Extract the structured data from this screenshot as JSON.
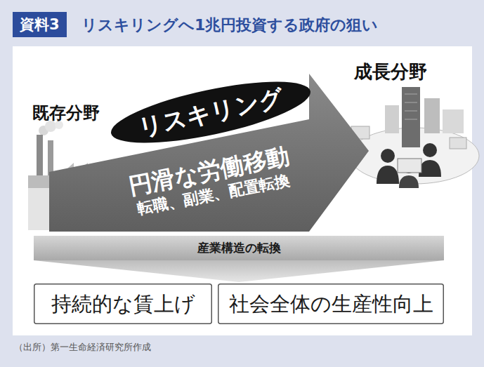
{
  "diagram": {
    "title": "リスキリングへ1兆円投資する政府の狙い",
    "caption": "（出所）第一生命経済研究所作成",
    "nodes": [
      {
        "text": [
          "リスキリング"
        ]
      },
      {
        "text": [
          "円滑な労働移動",
          "転職、副業、配置転換"
        ]
      },
      {
        "text": [
          "産業構造の転換"
        ]
      },
      {
        "text": [
          "持続的な賃上げ"
        ]
      },
      {
        "text": [
          "社会全体の生産性向上"
        ]
      }
    ],
    "labels": [
      "資料3",
      "既存分野",
      "成長分野"
    ]
  }
}
